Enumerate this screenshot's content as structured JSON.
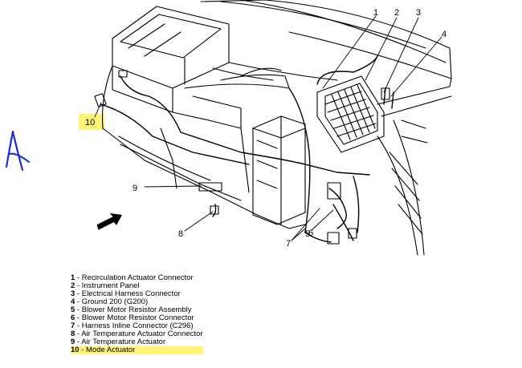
{
  "annotation": {
    "handwritten_letter": "A",
    "highlight_color": "#fff475",
    "ink_color": "#1a2fd6"
  },
  "callouts": [
    {
      "num": "1"
    },
    {
      "num": "2"
    },
    {
      "num": "3"
    },
    {
      "num": "4"
    },
    {
      "num": "5"
    },
    {
      "num": "6"
    },
    {
      "num": "7"
    },
    {
      "num": "8"
    },
    {
      "num": "9"
    },
    {
      "num": "10"
    }
  ],
  "legend": [
    {
      "num": "1",
      "text": " - Recirculation Actuator Connector"
    },
    {
      "num": "2",
      "text": " - Instrument Panel"
    },
    {
      "num": "3",
      "text": " - Electrical Harness Connector"
    },
    {
      "num": "4",
      "text": " - Ground 200 (G200)"
    },
    {
      "num": "5",
      "text": " - Blower Motor Resistor Assembly"
    },
    {
      "num": "6",
      "text": " - Blower Motor Resistor Connector"
    },
    {
      "num": "7",
      "text": " - Harness Inline Connector (C296)"
    },
    {
      "num": "8",
      "text": " - Air Temperature Actuator Connector"
    },
    {
      "num": "9",
      "text": " - Air Temperature Actuator"
    },
    {
      "num": "10",
      "text": " - Mode Actuator"
    }
  ]
}
